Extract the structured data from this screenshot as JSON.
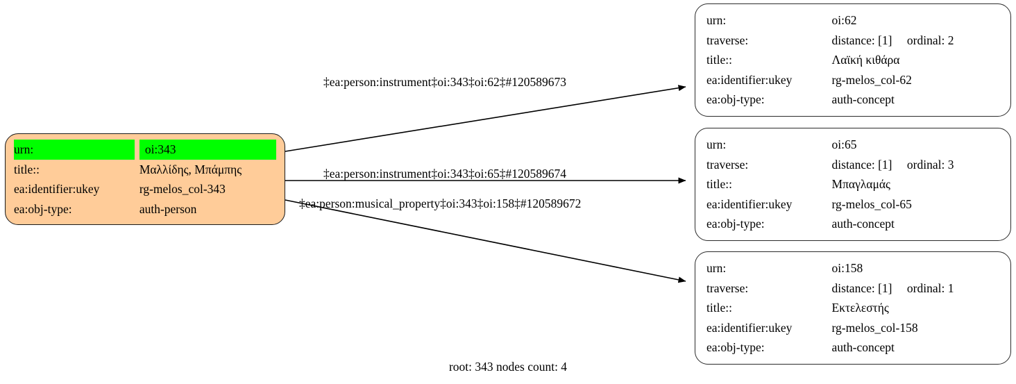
{
  "graph": {
    "caption": "root: 343 nodes count: 4",
    "colors": {
      "root_fill": "#ffcc99",
      "highlight_fill": "#00ff00",
      "node_fill": "#ffffff",
      "border": "#2b2b2b",
      "edge": "#000000",
      "text": "#000000"
    }
  },
  "nodes": [
    {
      "id": "root",
      "rows": [
        {
          "key": "urn:",
          "value": "oi:343",
          "highlight": true
        },
        {
          "key": "title::",
          "value": "Μαλλίδης, Μπάμπης",
          "highlight": false
        },
        {
          "key": "ea:identifier:ukey",
          "value": "rg-melos_col-343",
          "highlight": false
        },
        {
          "key": "ea:obj-type:",
          "value": "auth-person",
          "highlight": false
        }
      ]
    },
    {
      "id": "oi62",
      "rows": [
        {
          "key": "urn:",
          "value": "oi:62"
        },
        {
          "key": "traverse:",
          "value": "",
          "distance": "distance: [1]",
          "ordinal": "ordinal: 2"
        },
        {
          "key": "title::",
          "value": "Λαϊκή κιθάρα"
        },
        {
          "key": "ea:identifier:ukey",
          "value": "rg-melos_col-62"
        },
        {
          "key": "ea:obj-type:",
          "value": "auth-concept"
        }
      ]
    },
    {
      "id": "oi65",
      "rows": [
        {
          "key": "urn:",
          "value": "oi:65"
        },
        {
          "key": "traverse:",
          "value": "",
          "distance": "distance: [1]",
          "ordinal": "ordinal: 3"
        },
        {
          "key": "title::",
          "value": "Μπαγλαμάς"
        },
        {
          "key": "ea:identifier:ukey",
          "value": "rg-melos_col-65"
        },
        {
          "key": "ea:obj-type:",
          "value": "auth-concept"
        }
      ]
    },
    {
      "id": "oi158",
      "rows": [
        {
          "key": "urn:",
          "value": "oi:158"
        },
        {
          "key": "traverse:",
          "value": "",
          "distance": "distance: [1]",
          "ordinal": "ordinal: 1"
        },
        {
          "key": "title::",
          "value": "Εκτελεστής"
        },
        {
          "key": "ea:identifier:ukey",
          "value": "rg-melos_col-158"
        },
        {
          "key": "ea:obj-type:",
          "value": "auth-concept"
        }
      ]
    }
  ],
  "edges": [
    {
      "from": "root",
      "to": "oi62",
      "label": "‡ea:person:instrument‡oi:343‡oi:62‡#120589673"
    },
    {
      "from": "root",
      "to": "oi65",
      "label": "‡ea:person:instrument‡oi:343‡oi:65‡#120589674"
    },
    {
      "from": "root",
      "to": "oi158",
      "label": "‡ea:person:musical_property‡oi:343‡oi:158‡#120589672"
    }
  ]
}
